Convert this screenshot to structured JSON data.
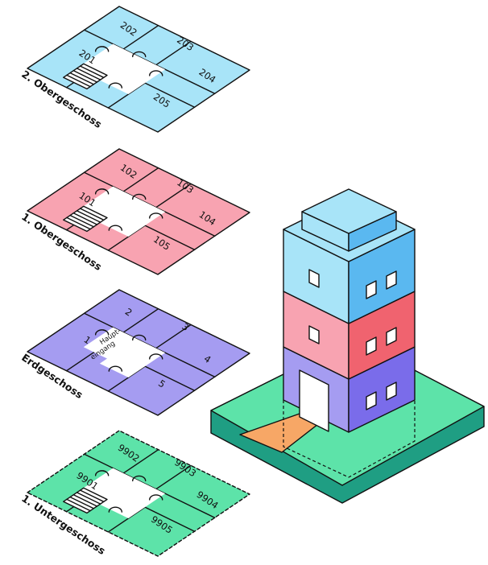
{
  "floors": [
    {
      "key": "f2",
      "label": "2. Obergeschoss",
      "color": "#a8e4f8",
      "rooms": [
        "201",
        "202",
        "203",
        "204",
        "205"
      ],
      "stairs": true
    },
    {
      "key": "f1",
      "label": "1. Obergeschoss",
      "color": "#f8a3b1",
      "rooms": [
        "101",
        "102",
        "103",
        "104",
        "105"
      ],
      "stairs": true
    },
    {
      "key": "eg",
      "label": "Erdgeschoss",
      "color": "#a59cf1",
      "rooms": [
        "1",
        "2",
        "3",
        "4",
        "5"
      ],
      "stairs": false,
      "entrance_lines": [
        "Haupt-",
        "eingang"
      ]
    },
    {
      "key": "ug",
      "label": "1. Untergeschoss",
      "color": "#5de3a9",
      "rooms": [
        "9901",
        "9902",
        "9903",
        "9904",
        "9905"
      ],
      "stairs": true,
      "dashed": true
    }
  ],
  "building": {
    "colors": {
      "top_light": "#a8e4f8",
      "top_dark": "#5ab8f0",
      "mid_light": "#f8a3b1",
      "mid_dark": "#f0636f",
      "ground_light": "#a59cf1",
      "ground_dark": "#7a6cea",
      "base_top": "#5de3a9",
      "base_side": "#1f9e83",
      "path": "#f7a766",
      "door": "#ffffff"
    }
  }
}
